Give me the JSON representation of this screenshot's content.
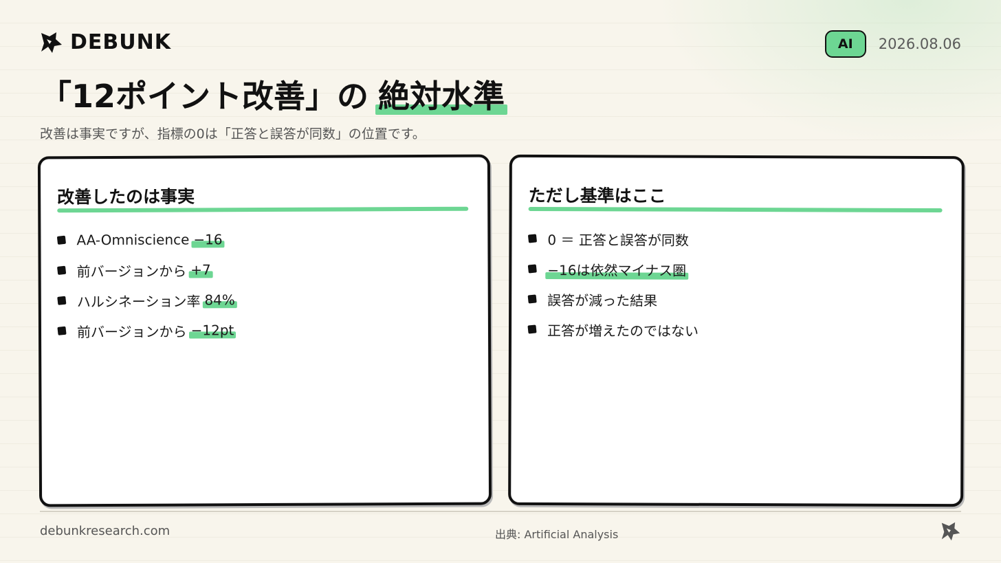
{
  "brand": {
    "name": "DEBUNK",
    "logo_icon": "debunk-star-icon"
  },
  "header": {
    "tag": "AI",
    "date": "2026.08.06"
  },
  "title": {
    "main": "「12ポイント改善」の",
    "highlight": "絶対水準"
  },
  "subtitle": "改善は事実ですが、指標の0は「正答と誤答が同数」の位置です。",
  "left_card": {
    "title": "改善したのは事実",
    "items": [
      {
        "text": "AA-Omniscience",
        "value": "−16"
      },
      {
        "text": "前バージョンから",
        "value": "+7"
      },
      {
        "text": "ハルシネーション率",
        "value": "84%"
      },
      {
        "text": "前バージョンから",
        "value": "−12pt"
      }
    ]
  },
  "right_card": {
    "title": "ただし基準はここ",
    "items": [
      {
        "text": "0 ＝ 正答と誤答が同数"
      },
      {
        "text": "−16は依然マイナス圏"
      },
      {
        "text": "誤答が減った結果"
      },
      {
        "text": "正答が増えたのではない"
      }
    ]
  },
  "footer": {
    "site": "debunkresearch.com",
    "source": "出典: Artificial Analysis",
    "icon": "debunk-star-icon"
  },
  "colors": {
    "accent": "#6dd693",
    "background": "#f8f5ec",
    "ink": "#111111"
  }
}
